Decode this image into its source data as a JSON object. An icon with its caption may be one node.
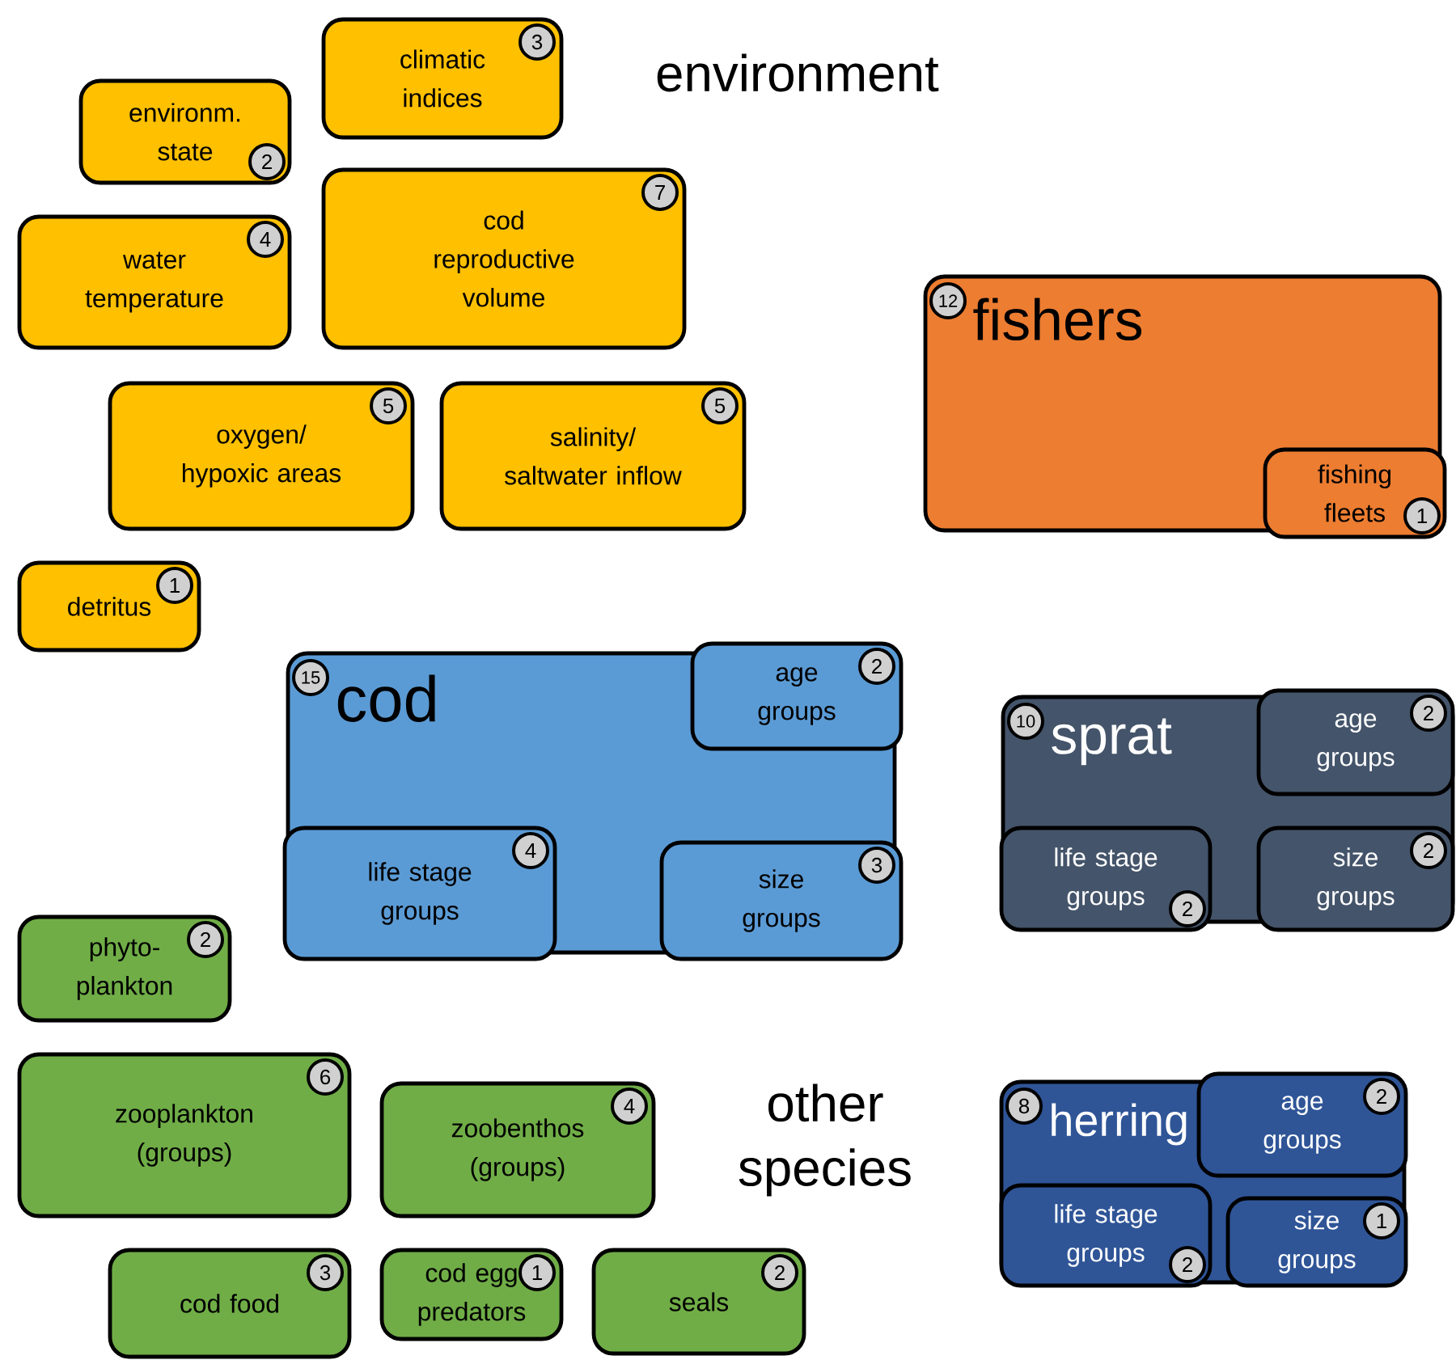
{
  "diagram": {
    "nodes": [
      {
        "text": [
          "climatic indices",
          "3"
        ]
      },
      {
        "text": [
          "environm. state",
          "2"
        ]
      },
      {
        "text": [
          "water temperature",
          "4"
        ]
      },
      {
        "text": [
          "cod reproductive volume",
          "7"
        ]
      },
      {
        "text": [
          "12",
          "fishers"
        ]
      },
      {
        "text": [
          "fishing fleets",
          "1"
        ],
        "in": 4
      },
      {
        "text": [
          "oxygen/ hypoxic areas",
          "5"
        ]
      },
      {
        "text": [
          "salinity/ saltwater inflow",
          "5"
        ]
      },
      {
        "text": [
          "detritus",
          "1"
        ]
      },
      {
        "text": [
          "15",
          "cod"
        ]
      },
      {
        "text": [
          "age groups",
          "2"
        ],
        "in": 9
      },
      {
        "text": [
          "life stage groups",
          "4"
        ],
        "in": 9
      },
      {
        "text": [
          "size groups",
          "3"
        ],
        "in": 9
      },
      {
        "text": [
          "10",
          "sprat"
        ]
      },
      {
        "text": [
          "age groups",
          "2"
        ],
        "in": 13
      },
      {
        "text": [
          "life stage groups",
          "2"
        ],
        "in": 13
      },
      {
        "text": [
          "size groups",
          "2"
        ],
        "in": 13
      },
      {
        "text": [
          "phyto- plankton",
          "2"
        ]
      },
      {
        "text": [
          "zooplankton (groups)",
          "6"
        ]
      },
      {
        "text": [
          "zoobenthos (groups)",
          "4"
        ]
      },
      {
        "text": [
          "8",
          "herring"
        ]
      },
      {
        "text": [
          "age groups",
          "2"
        ],
        "in": 20
      },
      {
        "text": [
          "life stage groups",
          "2"
        ],
        "in": 20
      },
      {
        "text": [
          "size groups",
          "1"
        ],
        "in": 20
      },
      {
        "text": [
          "cod food",
          "3"
        ]
      },
      {
        "text": [
          "cod egg predators",
          "1"
        ]
      },
      {
        "text": [
          "seals",
          "2"
        ]
      }
    ],
    "edges": [],
    "labels": [
      "environment",
      "other species"
    ]
  }
}
